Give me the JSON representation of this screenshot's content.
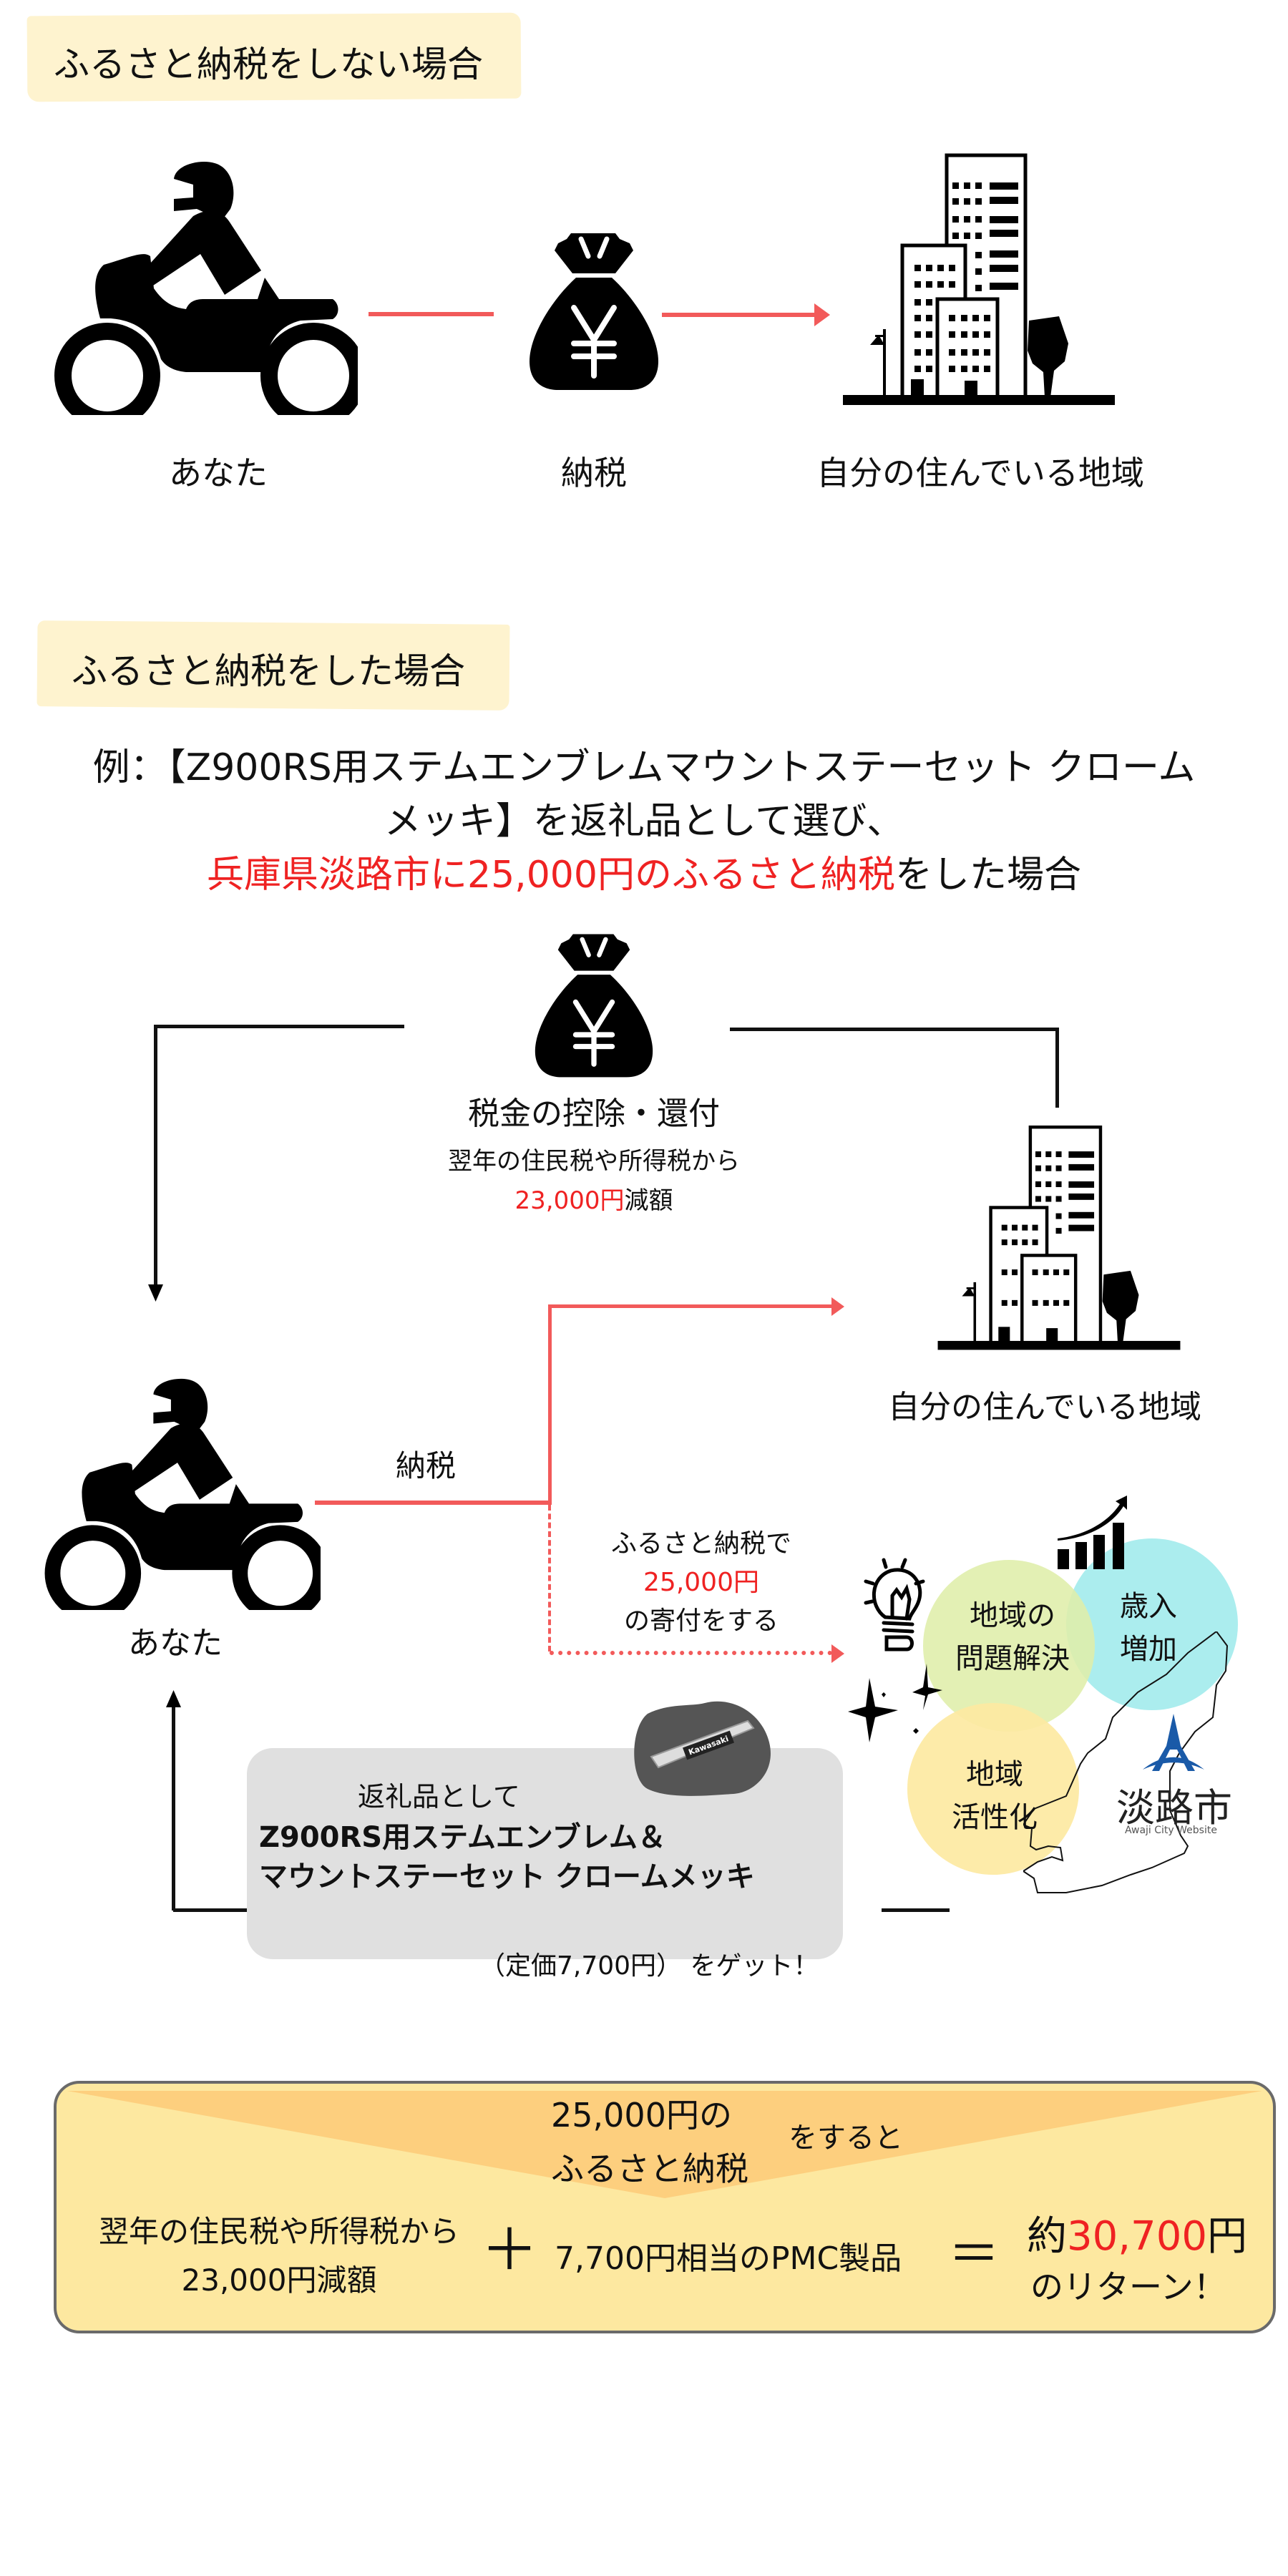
{
  "section1": {
    "heading": "ふるさと納税をしない場合",
    "labels": {
      "you": "あなた",
      "tax": "納税",
      "region": "自分の住んでいる地域"
    },
    "icons": [
      "motorcycle-rider-icon",
      "yen-money-bag-icon",
      "city-buildings-icon"
    ]
  },
  "section2": {
    "heading": "ふるさと納税をした場合",
    "example": {
      "line1": "例：【Z900RS用ステムエンブレムマウントステーセット クローム",
      "line2": "メッキ】を返礼品として選び、",
      "line3_red": "兵庫県淡路市に25,000円のふるさと納税",
      "line3_black": "をした場合"
    },
    "deduction": {
      "title": "税金の控除・還付",
      "sub": "翌年の住民税や所得税から",
      "amount_red": "23,000円",
      "amount_suffix": "減額"
    },
    "region_label": "自分の住んでいる地域",
    "tax_label": "納税",
    "you_label": "あなた",
    "donation": {
      "line1": "ふるさと納税で",
      "amount_red": "25,000円",
      "line3": "の寄付をする"
    },
    "benefits": [
      {
        "text_lines": [
          "地域の",
          "問題解決"
        ],
        "color": "#dfeeaa"
      },
      {
        "text_lines": [
          "歳入",
          "増加"
        ],
        "color": "#a6eced"
      },
      {
        "text_lines": [
          "地域",
          "活性化"
        ],
        "color": "#fde9a2"
      }
    ],
    "city_logo": {
      "name": "淡路市",
      "sub": "Awaji City Website",
      "accent": "#1a5aa8"
    },
    "gift": {
      "intro": "返礼品として",
      "product_line1": "Z900RS用ステムエンブレム＆",
      "product_line2": "マウントステーセット クロームメッキ",
      "price_note": "（定価7,700円） をゲット！",
      "emblem_text": "Kawasaki"
    }
  },
  "summary": {
    "top_amount": "25,000円の",
    "top_label": "ふるさと納税",
    "top_suffix": "をすると",
    "left_line1": "翌年の住民税や所得税から",
    "left_line2": "23,000円減額",
    "plus": "＋",
    "middle": "7,700円相当のPMC製品",
    "equals": "＝",
    "result_prefix": "約",
    "result_red": "30,700",
    "result_suffix": "円",
    "result_line2": "のリターン！"
  },
  "colors": {
    "accent_red": "#ef2222",
    "arrow_red": "#f25a5a",
    "heading_bg": "#fef3cf",
    "summary_bg": "#fde8a0",
    "summary_triangle": "#fdcf7e",
    "gift_box_bg": "#e0e0e0"
  }
}
